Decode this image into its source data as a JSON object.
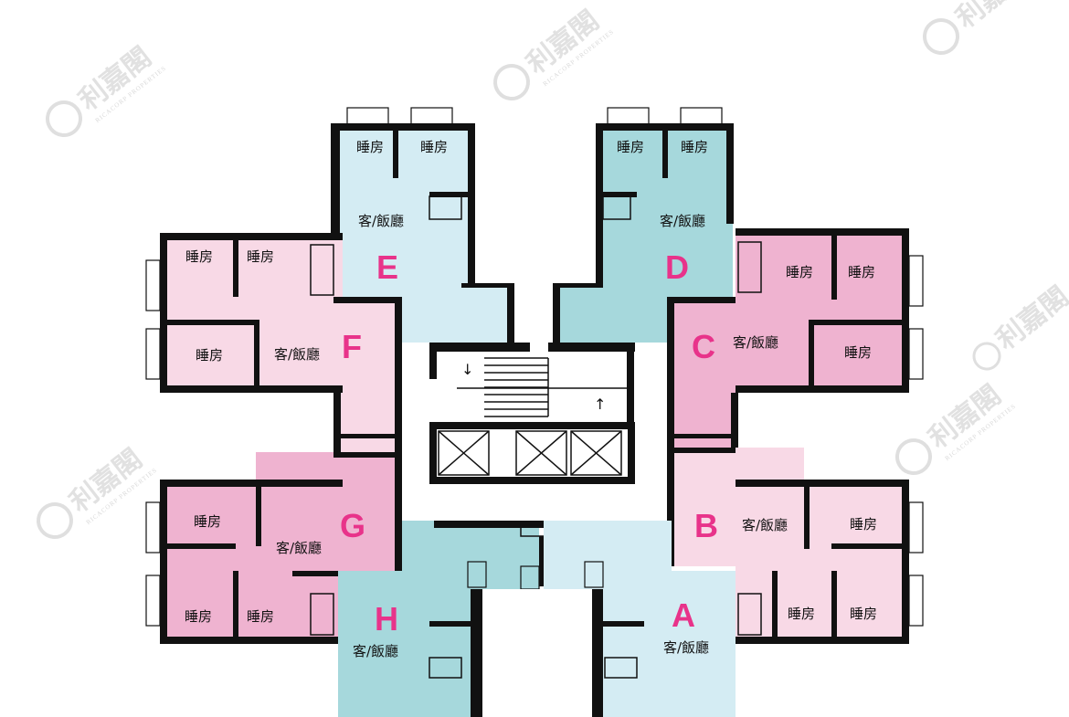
{
  "colors": {
    "light_blue": "#d4ecf3",
    "teal": "#a6d8dc",
    "light_pink": "#f8d9e6",
    "pink": "#efb3d0",
    "wall": "#111111",
    "letter": "#e8338a",
    "corridor": "#ffffff"
  },
  "watermark": {
    "brand": "利嘉閣",
    "sub": "RICACORP PROPERTIES"
  },
  "units": [
    {
      "letter": "A",
      "rooms": {
        "living": "客/飯廳",
        "bedrooms": []
      }
    },
    {
      "letter": "B",
      "rooms": {
        "living": "客/飯廳",
        "bedrooms": [
          "睡房",
          "睡房",
          "睡房"
        ]
      }
    },
    {
      "letter": "C",
      "rooms": {
        "living": "客/飯廳",
        "bedrooms": [
          "睡房",
          "睡房",
          "睡房"
        ]
      }
    },
    {
      "letter": "D",
      "rooms": {
        "living": "客/飯廳",
        "bedrooms": [
          "睡房",
          "睡房"
        ]
      }
    },
    {
      "letter": "E",
      "rooms": {
        "living": "客/飯廳",
        "bedrooms": [
          "睡房",
          "睡房"
        ]
      }
    },
    {
      "letter": "F",
      "rooms": {
        "living": "客/飯廳",
        "bedrooms": [
          "睡房",
          "睡房",
          "睡房"
        ]
      }
    },
    {
      "letter": "G",
      "rooms": {
        "living": "客/飯廳",
        "bedrooms": [
          "睡房",
          "睡房",
          "睡房"
        ]
      }
    },
    {
      "letter": "H",
      "rooms": {
        "living": "客/飯廳",
        "bedrooms": []
      }
    }
  ]
}
